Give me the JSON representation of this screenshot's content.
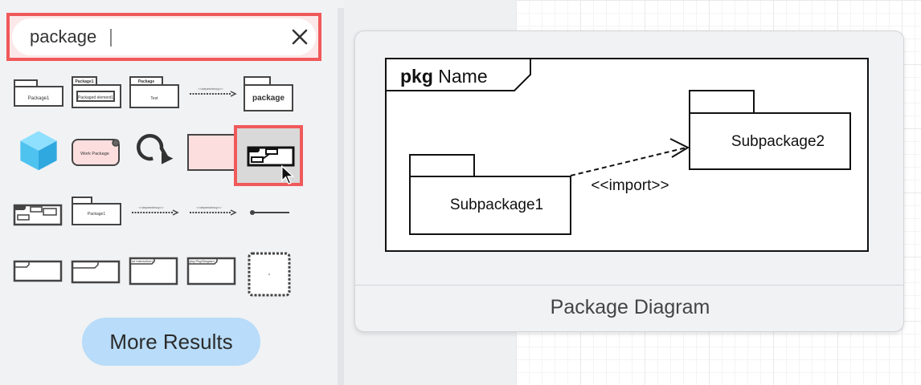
{
  "search": {
    "value": "package"
  },
  "palette": {
    "row1": {
      "package1_label": "Package1",
      "package_element_title": "Package1",
      "package_element_inner": "Packaged element1",
      "package_text_title": "Package",
      "package_text_body": "Text",
      "dependency_label": "<<dependency>>",
      "package_bold_label": "package"
    },
    "row2": {
      "work_package_label": "Work Package"
    },
    "row3": {
      "package1_label": "Package1",
      "dependency_a_label": "<<dependency>>",
      "dependency_b_label": "<<dependency>>"
    },
    "row4": {
      "interaction_label": "sd Interaction1",
      "pkg_label": "pkg Pkg/Diagram"
    }
  },
  "more_results_label": "More Results",
  "preview": {
    "frame_keyword": "pkg",
    "frame_name": "Name",
    "subpackage1": "Subpackage1",
    "subpackage2": "Subpackage2",
    "import_label": "<<import>>",
    "title": "Package Diagram"
  }
}
